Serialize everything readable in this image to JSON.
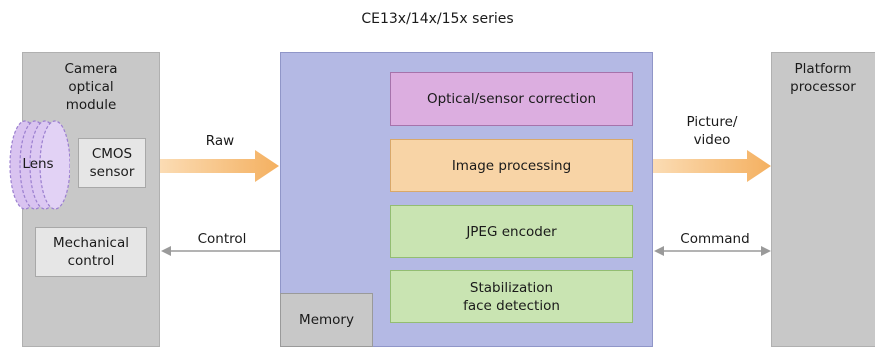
{
  "series_title": "CE13x/14x/15x series",
  "camera": {
    "title_lines": [
      "Camera",
      "optical",
      "module"
    ],
    "lens": "Lens",
    "cmos_lines": [
      "CMOS",
      "sensor"
    ],
    "mechanical_lines": [
      "Mechanical",
      "control"
    ]
  },
  "chip": {
    "blocks": [
      {
        "label_lines": [
          "Optical/sensor correction"
        ]
      },
      {
        "label_lines": [
          "Image processing"
        ]
      },
      {
        "label_lines": [
          "JPEG encoder"
        ]
      },
      {
        "label_lines": [
          "Stabilization",
          "face detection"
        ]
      }
    ],
    "memory": "Memory"
  },
  "platform": {
    "title_lines": [
      "Platform",
      "processor"
    ]
  },
  "arrows": {
    "raw": "Raw",
    "picture_lines": [
      "Picture/",
      "video"
    ],
    "control": "Control",
    "command": "Command"
  },
  "colors": {
    "module_gray": "#c8c8c8",
    "chip_blue": "#b4b9e4",
    "optical_purple": "#dcaee0",
    "image_orange": "#f8d4a6",
    "green": "#c9e4b2",
    "arrow_orange": "#f6b96e",
    "control_arrow": "#9a9a9a"
  }
}
